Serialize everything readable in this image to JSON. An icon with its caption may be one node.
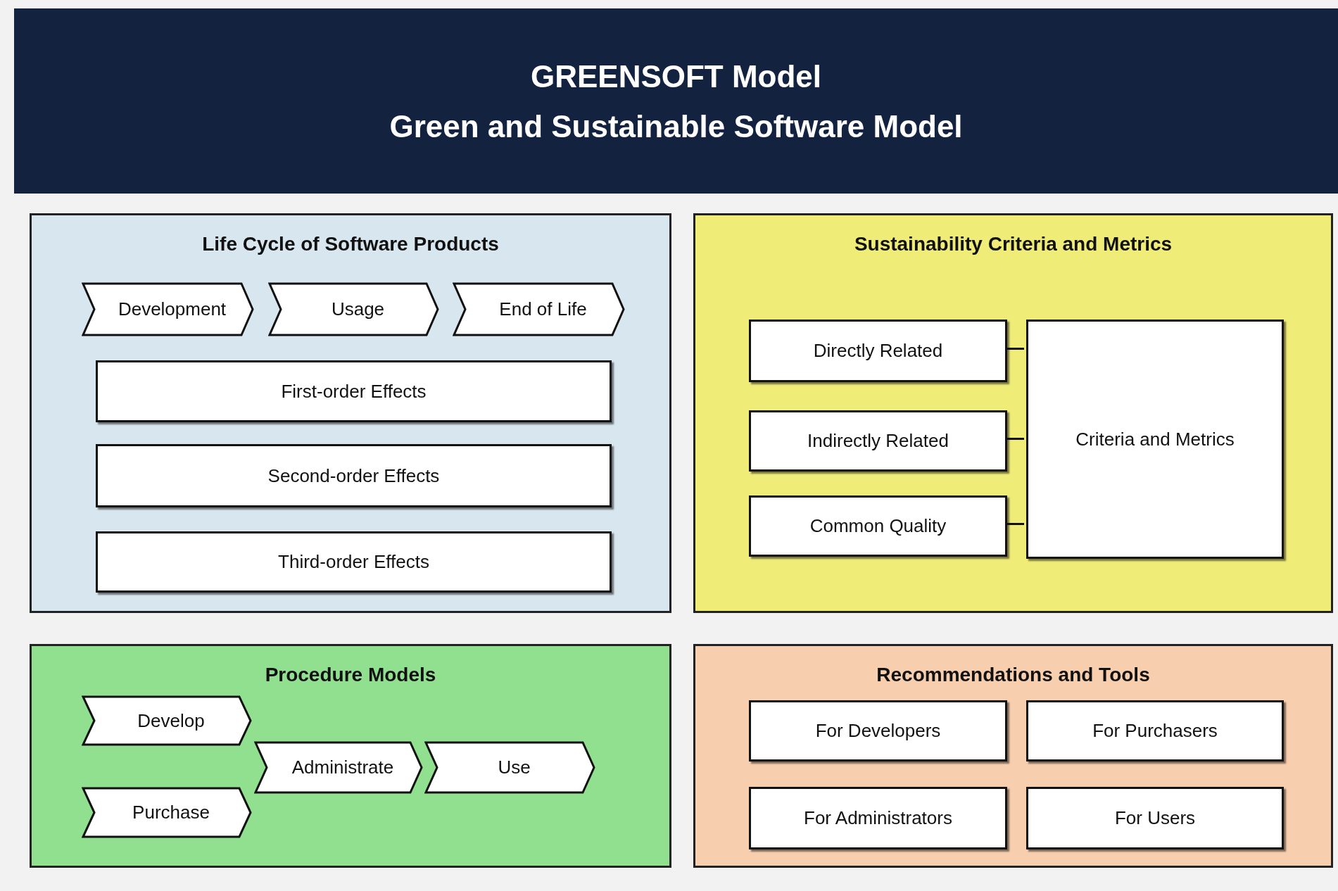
{
  "diagram": {
    "nodes": [
      {
        "text": [
          "GREENSOFT Model",
          "Green and Sustainable Software Model"
        ]
      },
      {
        "text": [
          "Life Cycle of Software Products"
        ]
      },
      {
        "text": [
          "Development"
        ],
        "in": 1
      },
      {
        "text": [
          "Usage"
        ],
        "in": 1
      },
      {
        "text": [
          "End of Life"
        ],
        "in": 1
      },
      {
        "text": [
          "First-order Effects"
        ],
        "in": 1
      },
      {
        "text": [
          "Second-order Effects"
        ],
        "in": 1
      },
      {
        "text": [
          "Third-order Effects"
        ],
        "in": 1
      },
      {
        "text": [
          "Sustainability Criteria and Metrics"
        ]
      },
      {
        "text": [
          "Directly Related"
        ],
        "in": 8
      },
      {
        "text": [
          "Indirectly Related"
        ],
        "in": 8
      },
      {
        "text": [
          "Common Quality"
        ],
        "in": 8
      },
      {
        "text": [
          "Criteria and Metrics"
        ],
        "in": 8
      },
      {
        "text": [
          "Procedure Models"
        ]
      },
      {
        "text": [
          "Develop"
        ],
        "in": 13
      },
      {
        "text": [
          "Administrate"
        ],
        "in": 13
      },
      {
        "text": [
          "Use"
        ],
        "in": 13
      },
      {
        "text": [
          "Purchase"
        ],
        "in": 13
      },
      {
        "text": [
          "Recommendations and Tools"
        ]
      },
      {
        "text": [
          "For Developers"
        ],
        "in": 18
      },
      {
        "text": [
          "For Purchasers"
        ],
        "in": 18
      },
      {
        "text": [
          "For Administrators"
        ],
        "in": 18
      },
      {
        "text": [
          "For Users"
        ],
        "in": 18
      }
    ],
    "edges": [
      {
        "from": 9,
        "to": 12,
        "arrow": "none"
      },
      {
        "from": 10,
        "to": 12,
        "arrow": "none"
      },
      {
        "from": 11,
        "to": 12,
        "arrow": "none"
      }
    ]
  }
}
